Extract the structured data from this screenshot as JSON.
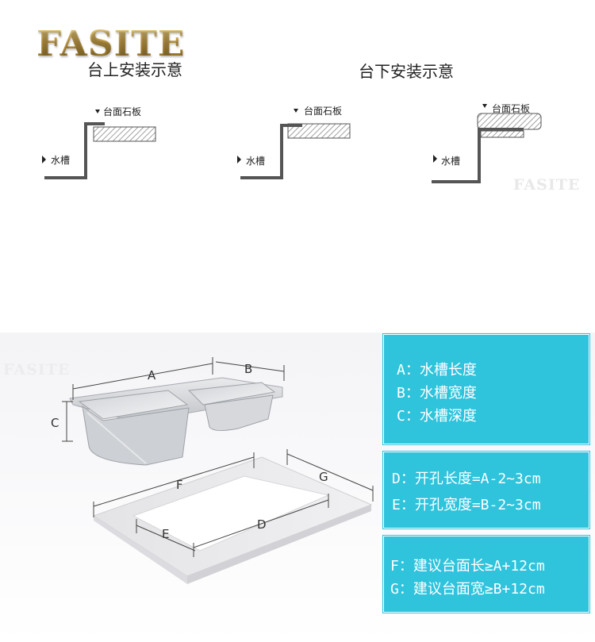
{
  "brand": {
    "logo": "FASITE",
    "watermark": "FASITE"
  },
  "install": {
    "above_title": "台上安装示意",
    "below_title": "台下安装示意",
    "countertop_label": "台面石板",
    "sink_label": "水槽"
  },
  "dimensions": {
    "labels": [
      "A",
      "B",
      "C",
      "D",
      "E",
      "F",
      "G"
    ]
  },
  "legend": {
    "box1": [
      "A：水槽长度",
      "B：水槽宽度",
      "C：水槽深度"
    ],
    "box2": [
      "D：开孔长度=A-2~3cm",
      "E：开孔宽度=B-2~3cm"
    ],
    "box3": [
      "F：建议台面长≥A+12cm",
      "G：建议台面宽≥B+12cm"
    ]
  },
  "colors": {
    "accent": "#2fc3dc",
    "logo_gold": "#c8a24a"
  }
}
